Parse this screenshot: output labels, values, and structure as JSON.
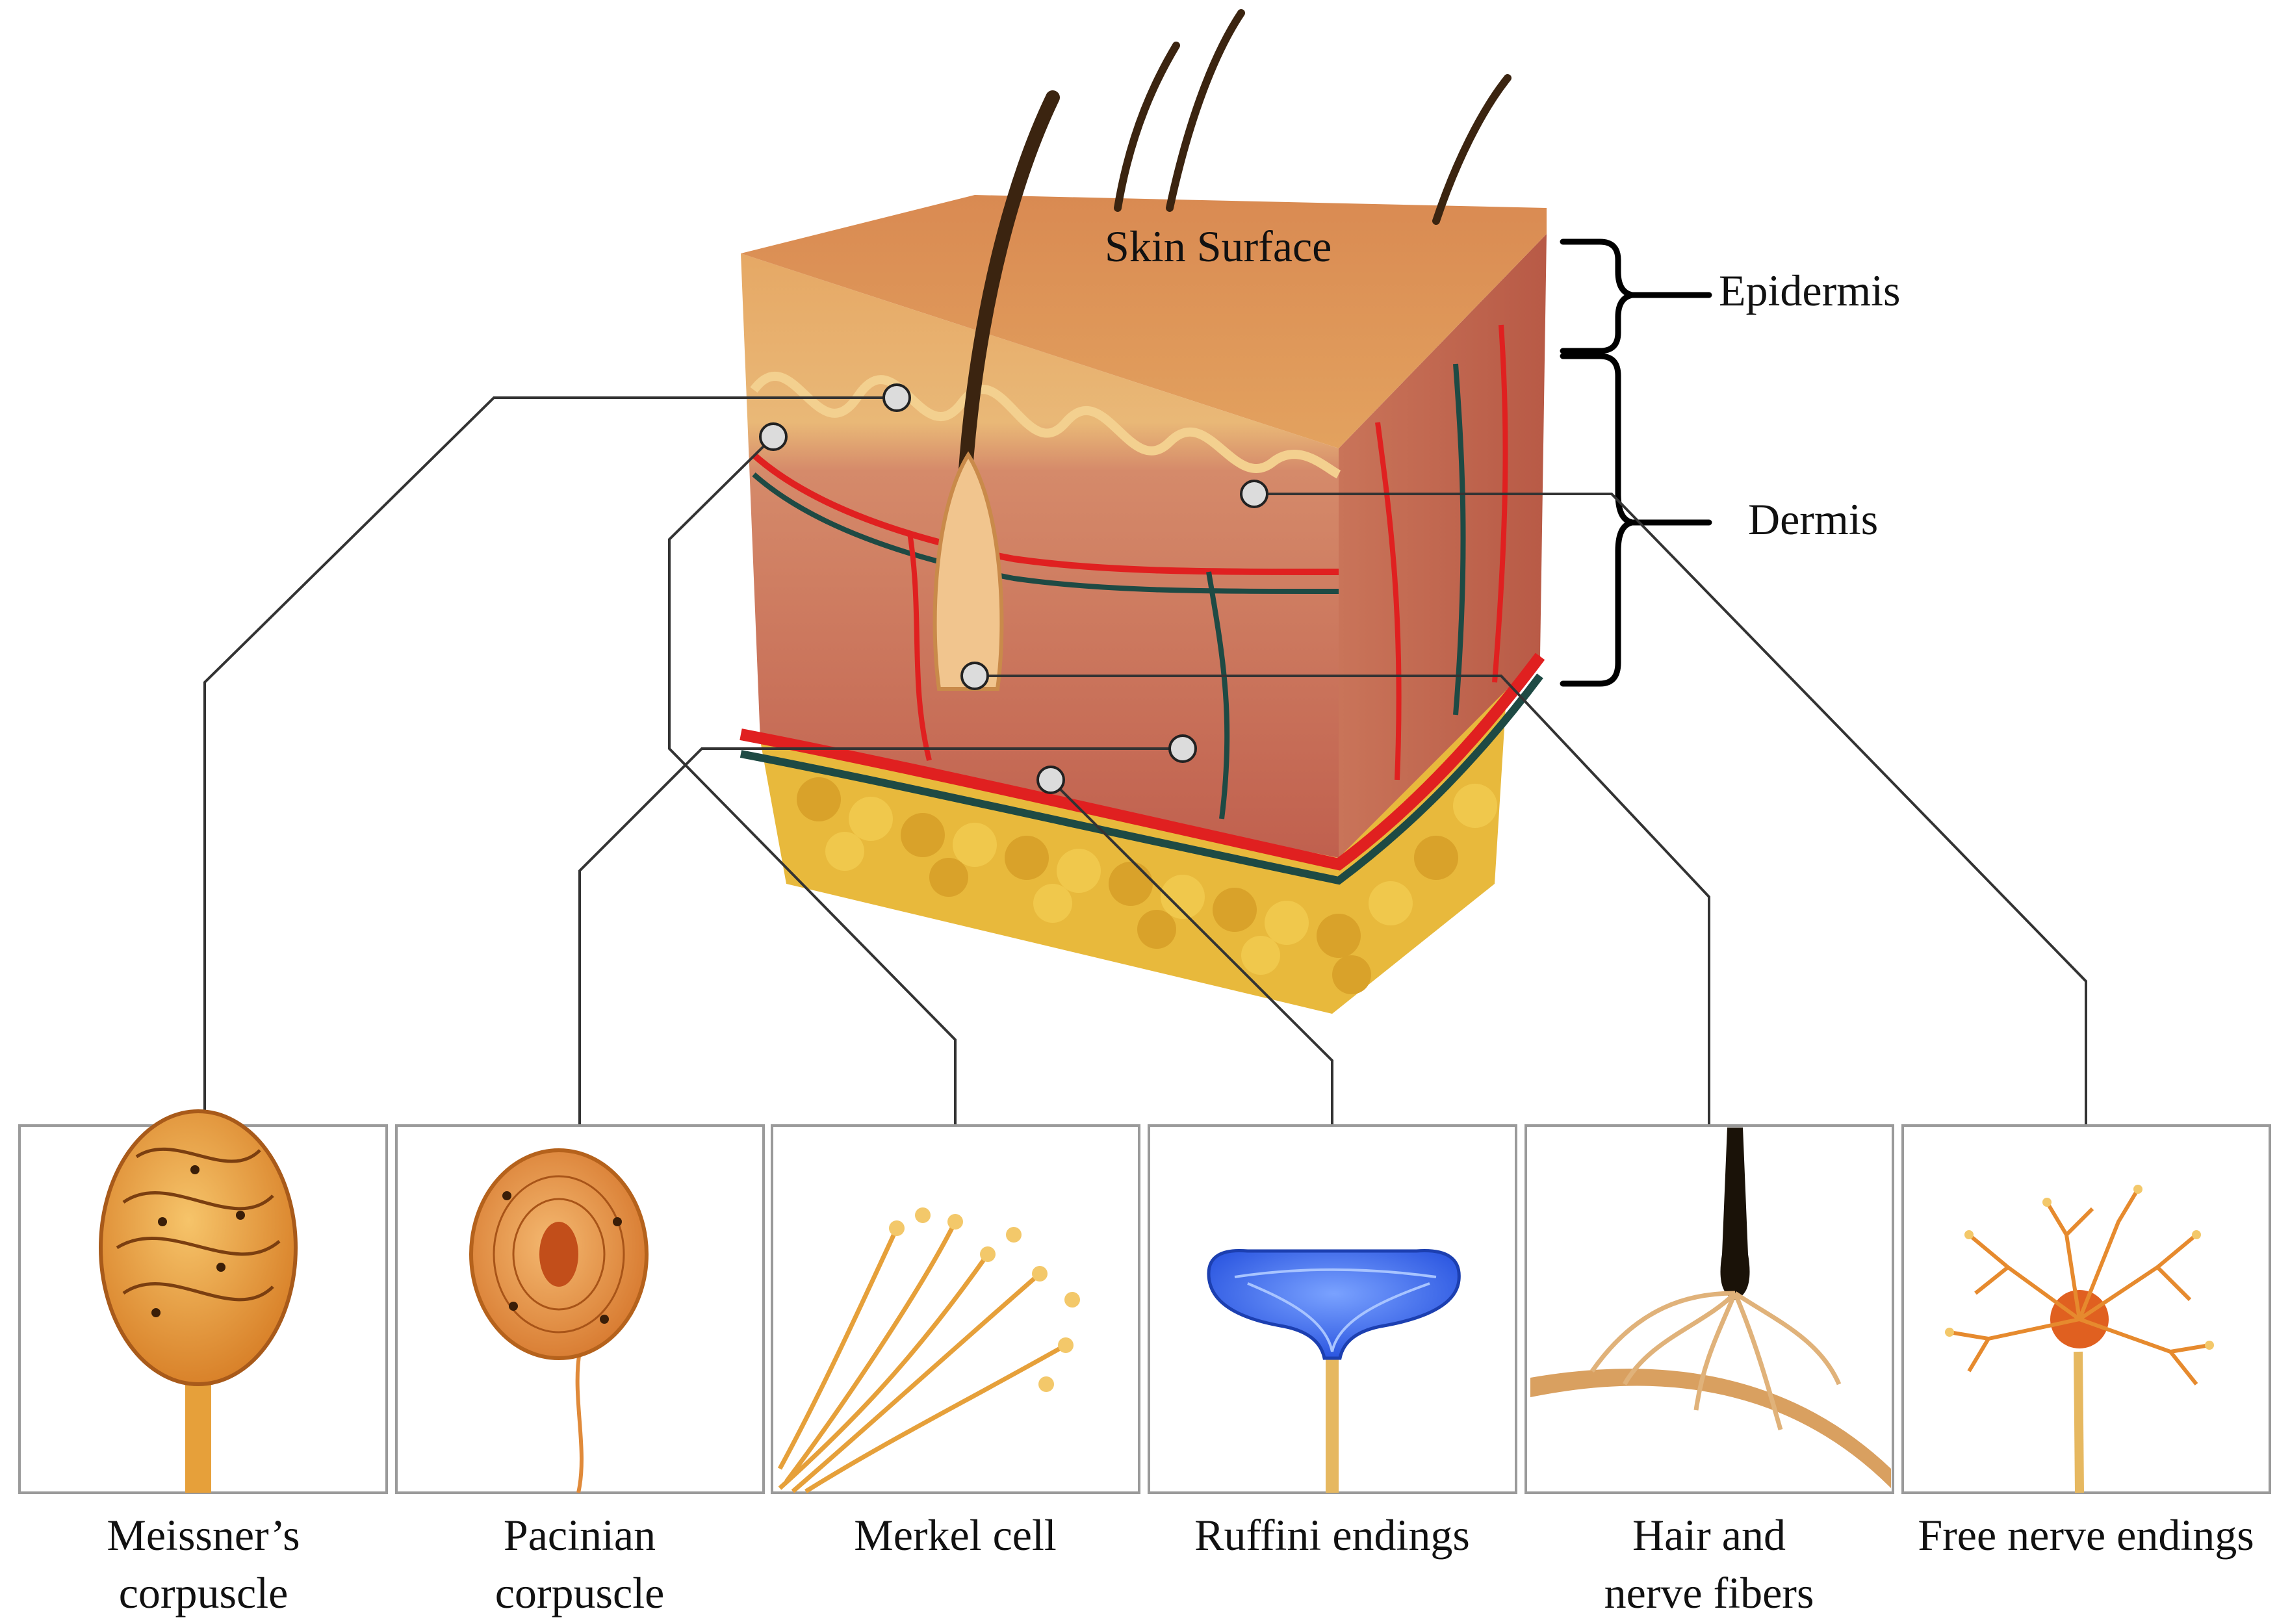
{
  "labels": {
    "skin_surface": "Skin Surface",
    "epidermis": "Epidermis",
    "dermis": "Dermis"
  },
  "panels": [
    {
      "line1": "Meissner’s",
      "line2": "corpuscle"
    },
    {
      "line1": "Pacinian",
      "line2": "corpuscle"
    },
    {
      "line1": "Merkel cell",
      "line2": ""
    },
    {
      "line1": "Ruffini endings",
      "line2": ""
    },
    {
      "line1": "Hair and",
      "line2": "nerve fibers"
    },
    {
      "line1": "Free nerve endings",
      "line2": ""
    }
  ],
  "colors": {
    "epidermis": "#e3a25f",
    "dermis": "#c9705a",
    "fat": "#e8b93c",
    "artery": "#e02020",
    "vein": "#1e4a44",
    "hair": "#3b2410",
    "receptor_orange": "#e69a2e",
    "ruffini_blue": "#3a6cf0"
  }
}
